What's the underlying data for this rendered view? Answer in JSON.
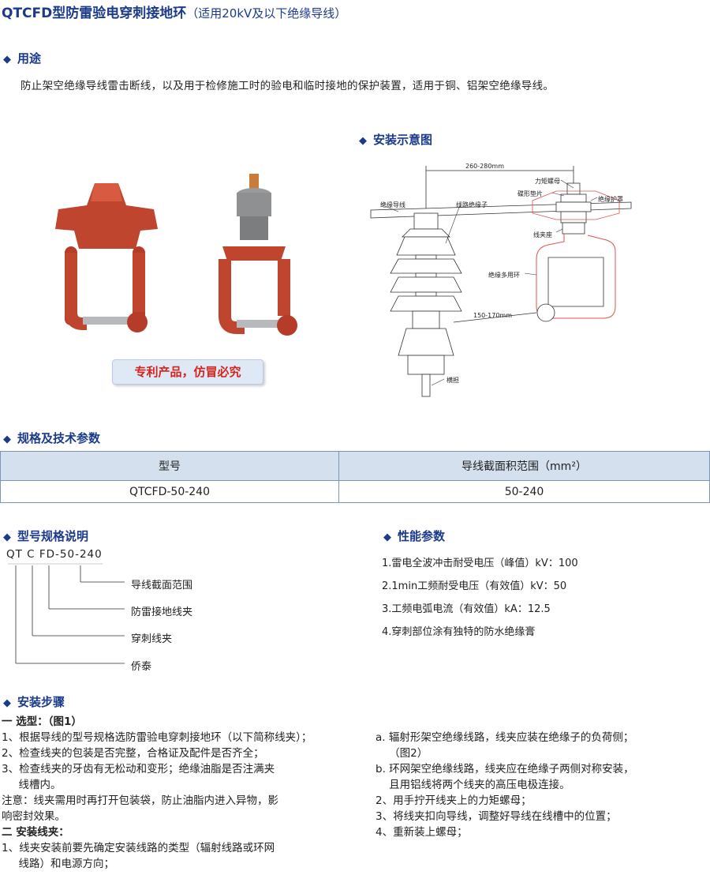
{
  "header": {
    "title": "QTCFD型防雷验电穿刺接地环",
    "subtitle": "（适用20kV及以下绝缘导线）"
  },
  "usage": {
    "heading": "用途",
    "text": "防止架空绝缘导线雷击断线，以及用于检修施工时的验电和临时接地的保护装置，适用于铜、铝架空绝缘导线。"
  },
  "product": {
    "badge": "专利产品，仿冒必究"
  },
  "diagram": {
    "heading": "安装示意图",
    "labels": {
      "dim_top": "260-280mm",
      "torque_nut": "力矩螺母",
      "dish_washer": "碟形垫片",
      "insulated_wire": "绝缘导线",
      "line_insulator": "线路绝缘子",
      "insulating_cover": "绝缘护罩",
      "clamp_seat": "线夹座",
      "multi_ring": "绝缘多用环",
      "dim_bottom": "150-170mm",
      "cross_arm": "横担"
    }
  },
  "spec": {
    "heading": "规格及技术参数",
    "columns": [
      "型号",
      "导线截面积范围（mm²）"
    ],
    "rows": [
      [
        "QTCFD-50-240",
        "50-240"
      ]
    ]
  },
  "model": {
    "heading": "型号规格说明",
    "code": "QT C FD-50-240",
    "items": [
      "导线截面范围",
      "防雷接地线夹",
      "穿刺线夹",
      "侨泰"
    ]
  },
  "performance": {
    "heading": "性能参数",
    "items": [
      "1.雷电全波冲击耐受电压（峰值）kV：100",
      "2.1min工频耐受电压（有效值）kV：50",
      "3.工频电弧电流（有效值）kA：12.5",
      "4.穿刺部位涂有独特的防水绝缘膏"
    ]
  },
  "install": {
    "heading": "安装步骤",
    "left": [
      {
        "text": "一  选型：（图1）",
        "bold_prefix": "一  选型"
      },
      {
        "text": "1、根据导线的型号规格选防雷验电穿刺接地环（以下简称线夹）；"
      },
      {
        "text": "2、检查线夹的包装是否完整，合格证及配件是否齐全；"
      },
      {
        "text": "3、检查线夹的牙齿有无松动和变形；绝缘油脂是否注满夹"
      },
      {
        "text": "     线槽内。"
      },
      {
        "text": "注意：线夹需用时再打开包装袋，防止油脂内进入异物，影"
      },
      {
        "text": "响密封效果。"
      },
      {
        "text": "二  安装线夹："
      },
      {
        "text": "1、线夹安装前要先确定安装线路的类型（辐射线路或环网"
      },
      {
        "text": "     线路）和电源方向；"
      }
    ],
    "right": [
      "a. 辐射形架空绝缘线路，线夹应装在绝缘子的负荷侧；",
      "    （图2）",
      "b. 环网架空绝缘线路，线夹应在绝缘子两侧对称安装，",
      "    且用铝线将两个线夹的高压电极连接。",
      "2、用手拧开线夹上的力矩螺母；",
      "3、将线夹扣向导线，调整好导线在线槽中的位置；",
      "4、重新装上螺母；"
    ]
  },
  "colors": {
    "heading": "#1a3a8a",
    "product_red": "#c0452e",
    "badge_text": "#d4251c",
    "table_head": "#d5e0ef",
    "diagram_red": "#e05050"
  }
}
